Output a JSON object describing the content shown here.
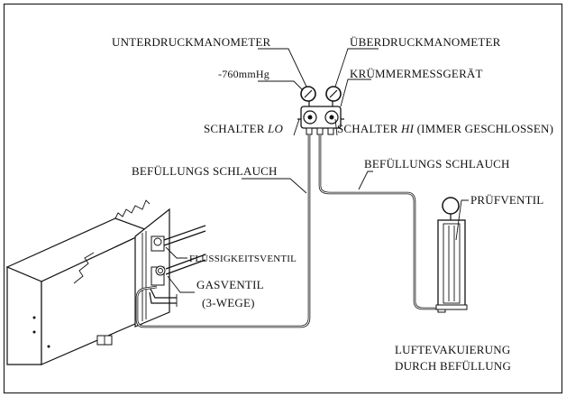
{
  "labels": {
    "unterdruck": "UNTERDRUCKMANOMETER",
    "ueberdruck": "ÜBERDRUCKMANOMETER",
    "mmhg": "-760mmHg",
    "kruemmer": "KRÜMMERMESSGERÄT",
    "schalter_lo_text": "SCHALTER",
    "schalter_lo_code": "LO",
    "schalter_hi_text": "SCHALTER",
    "schalter_hi_code": "HI",
    "schalter_hi_note": "(IMMER GESCHLOSSEN)",
    "schlauch_left": "BEFÜLLUNGS SCHLAUCH",
    "schlauch_right": "BEFÜLLUNGS SCHLAUCH",
    "pruefventil": "PRÜFVENTIL",
    "fluessig": "FLÜSSIGKEITSVENTIL",
    "gasventil": "GASVENTIL",
    "dreiwege": "(3-WEGE)",
    "luft1": "LUFTEVAKUIERUNG",
    "luft2": "DURCH BEFÜLLUNG"
  }
}
